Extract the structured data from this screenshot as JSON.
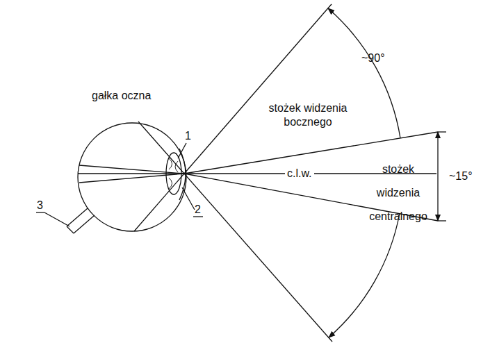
{
  "diagram": {
    "labels": [
      "gałka oczna",
      "1",
      "2",
      "3",
      "stożek widzenia bocznego",
      "c.l.w.",
      "stożek widzenia centralnego",
      "~90°",
      "~15°"
    ]
  }
}
